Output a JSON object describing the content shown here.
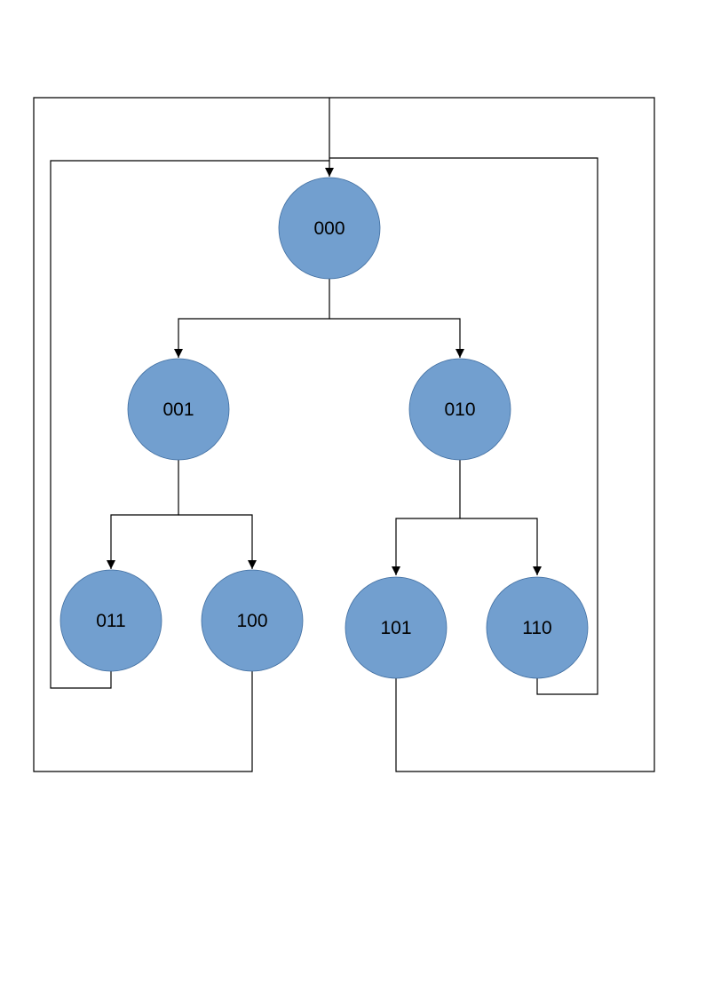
{
  "colors": {
    "node_fill": "#729fcf",
    "node_stroke": "#3f6da0",
    "edge": "#000000",
    "background": "#ffffff"
  },
  "nodes": [
    {
      "id": "n000",
      "label": "000"
    },
    {
      "id": "n001",
      "label": "001"
    },
    {
      "id": "n010",
      "label": "010"
    },
    {
      "id": "n011",
      "label": "011"
    },
    {
      "id": "n100",
      "label": "100"
    },
    {
      "id": "n101",
      "label": "101"
    },
    {
      "id": "n110",
      "label": "110"
    }
  ],
  "edges": [
    {
      "from": "000",
      "to": "001"
    },
    {
      "from": "000",
      "to": "010"
    },
    {
      "from": "001",
      "to": "011"
    },
    {
      "from": "001",
      "to": "100"
    },
    {
      "from": "010",
      "to": "101"
    },
    {
      "from": "010",
      "to": "110"
    },
    {
      "from": "011",
      "to": "000"
    },
    {
      "from": "100",
      "to": "000"
    },
    {
      "from": "101",
      "to": "000"
    },
    {
      "from": "110",
      "to": "000"
    }
  ]
}
